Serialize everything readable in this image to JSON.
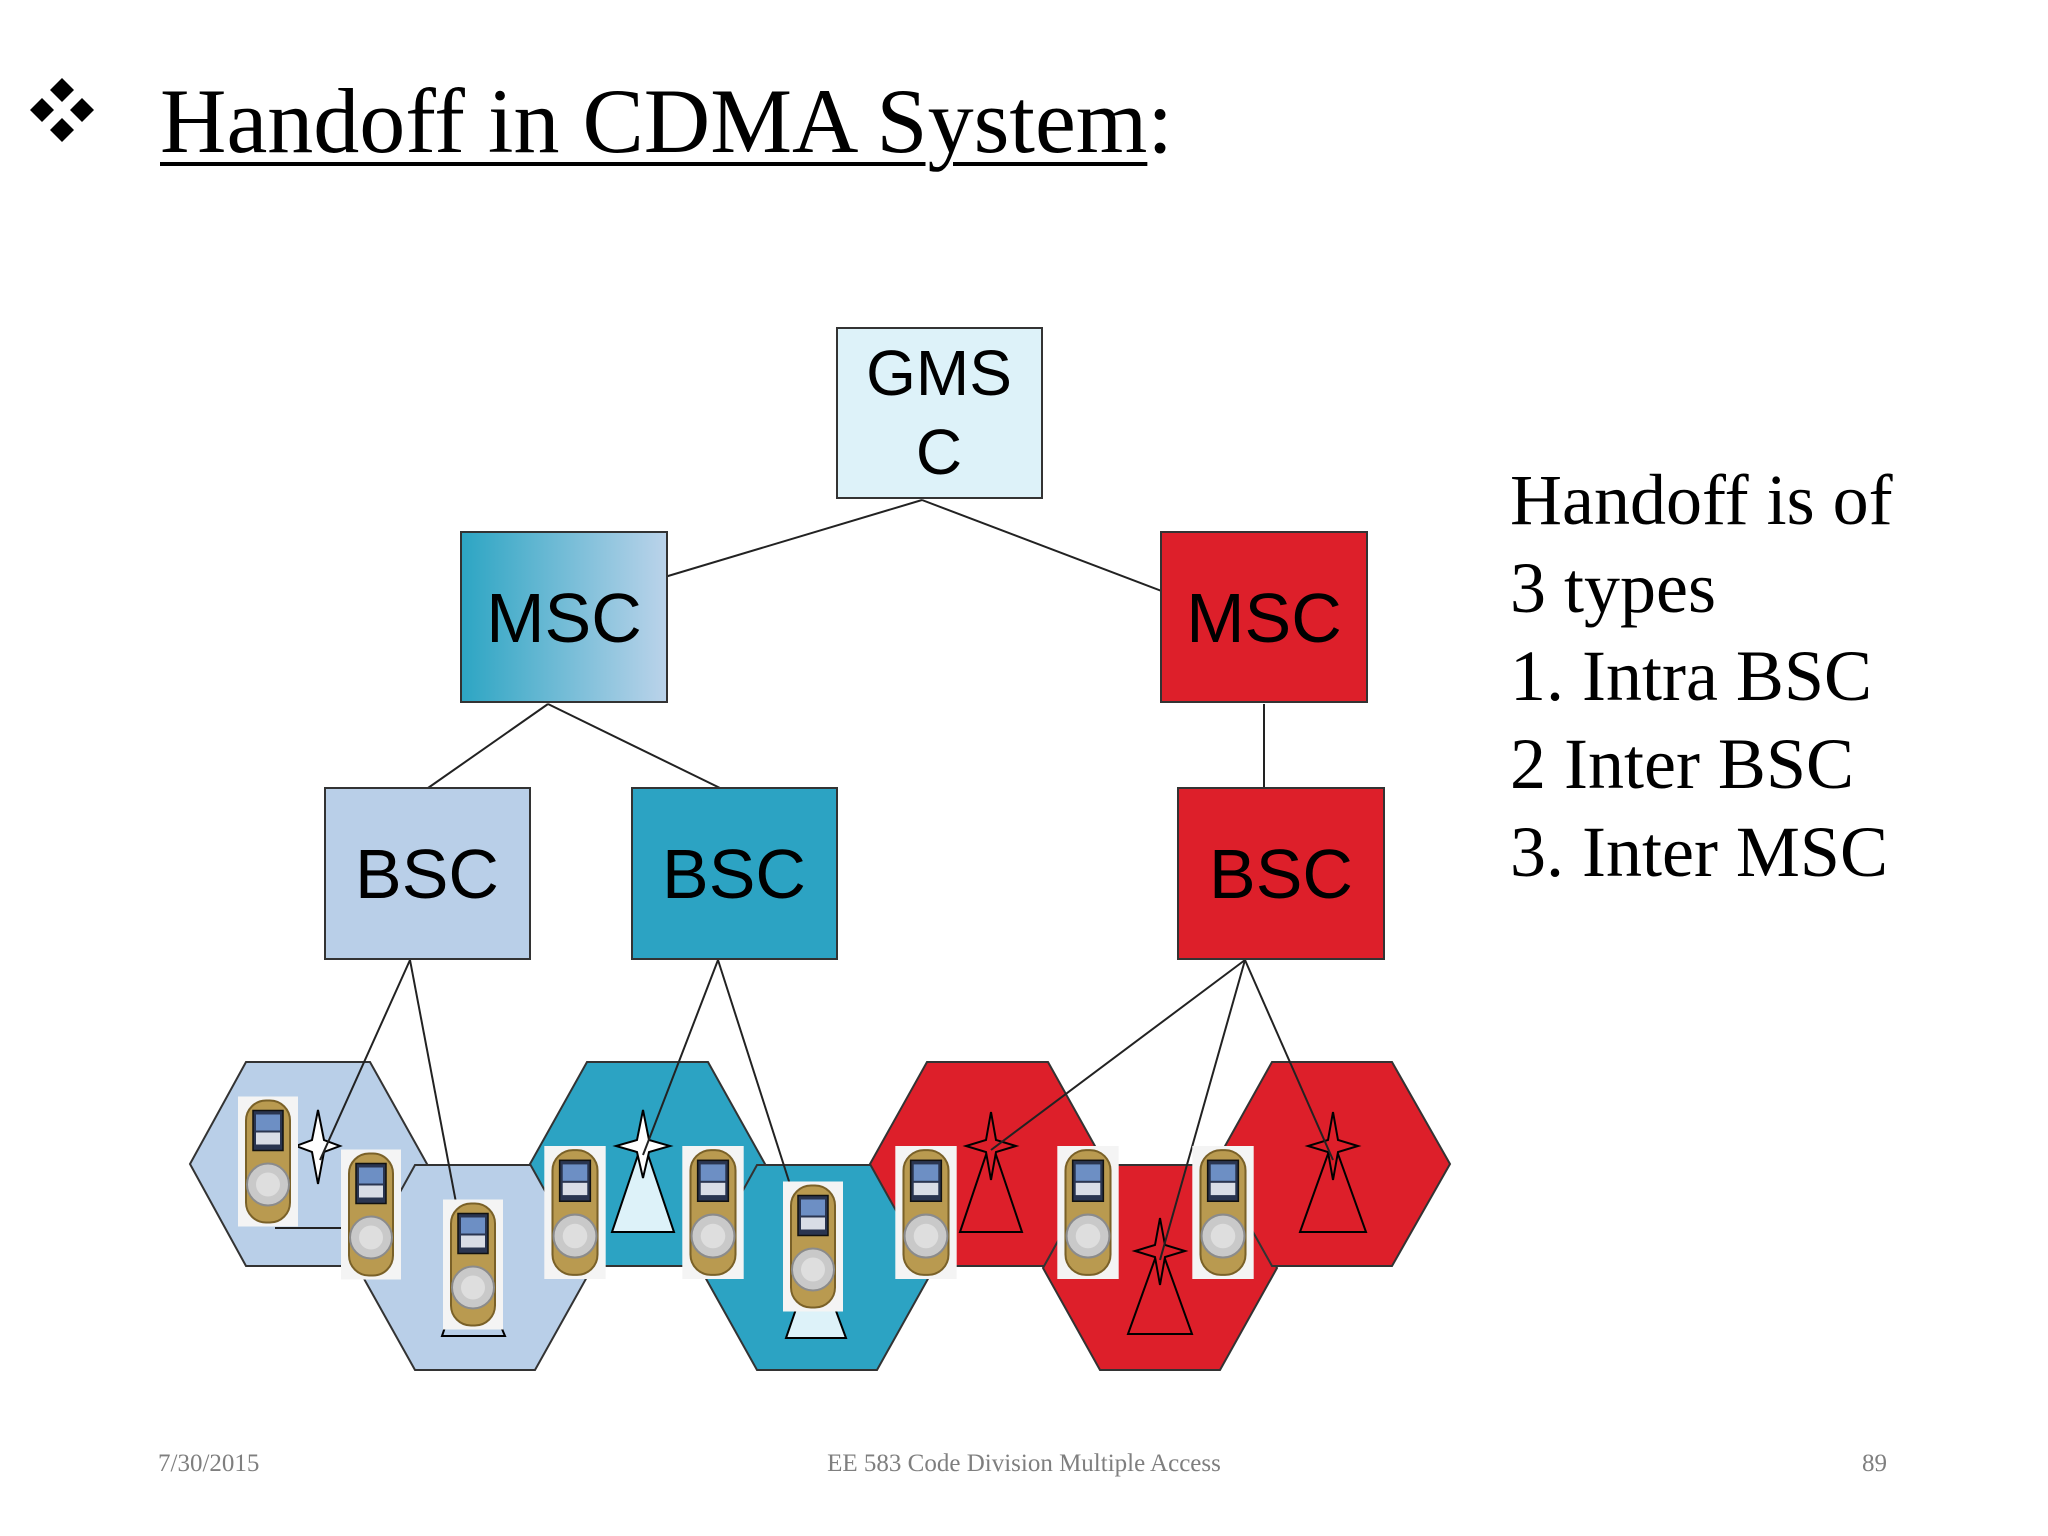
{
  "title": {
    "bullet_icon": "four-diamond-bullet-icon",
    "text": "Handoff in CDMA System",
    "colon": ":"
  },
  "diagram": {
    "gmsc": {
      "line1": "GMS",
      "line2": "C",
      "color": "#DDF2F9"
    },
    "msc_left": {
      "label": "MSC",
      "color": "#2CA5C3"
    },
    "msc_right": {
      "label": "MSC",
      "color": "#DD1F2A"
    },
    "bsc_1": {
      "label": "BSC",
      "color": "#B9CFE8"
    },
    "bsc_2": {
      "label": "BSC",
      "color": "#2CA3C3"
    },
    "bsc_3": {
      "label": "BSC",
      "color": "#DD1F2A"
    },
    "cells": [
      "light-blue",
      "light-blue",
      "teal",
      "teal",
      "red",
      "red",
      "red"
    ],
    "icons": [
      "antenna-tower-icon",
      "mobile-phone-icon"
    ]
  },
  "handoff_types": {
    "line1": "Handoff is of",
    "line2": "3 types",
    "item1": "1. Intra BSC",
    "item2": "2 Inter BSC",
    "item3": "3. Inter MSC"
  },
  "footer": {
    "date": "7/30/2015",
    "course": "EE 583 Code Division Multiple Access",
    "page": "89"
  }
}
